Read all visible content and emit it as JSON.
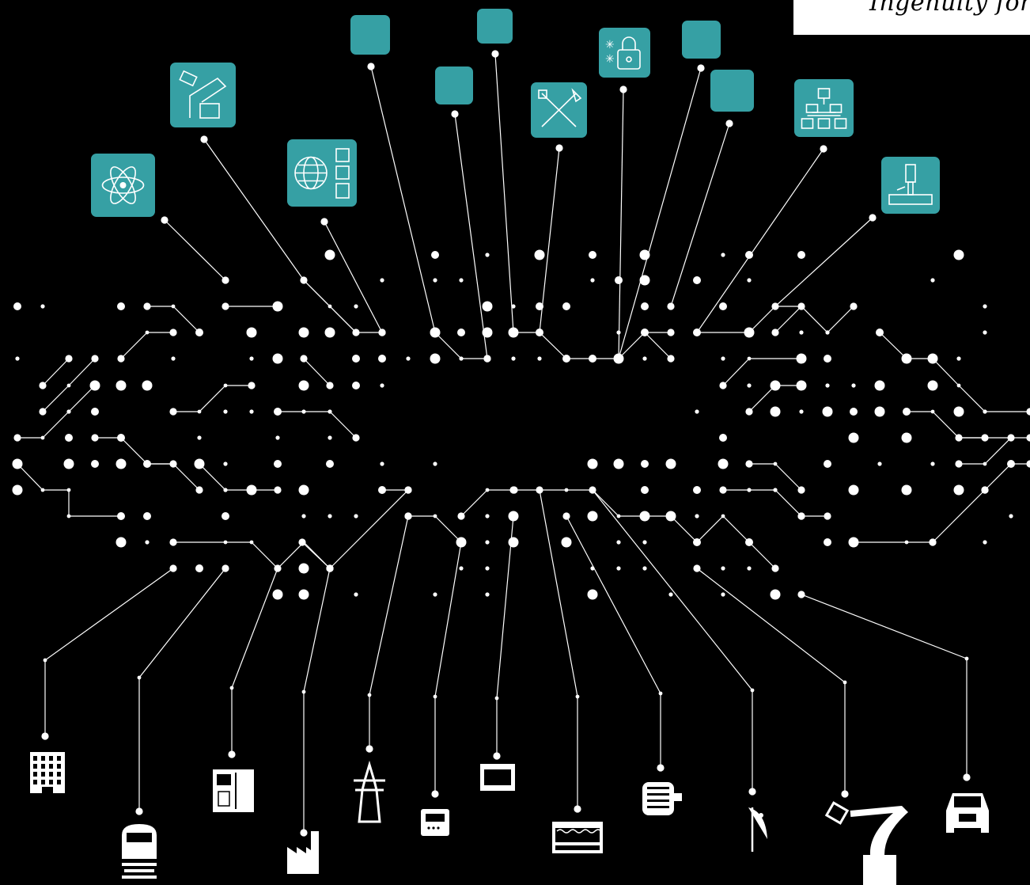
{
  "slogan": "Ingenuity for l",
  "colors": {
    "background": "#000000",
    "accent_tile": "#36a0a4",
    "line": "#ffffff",
    "dot": "#ffffff"
  },
  "top_icons": [
    "atom-icon",
    "robot-arm-icon",
    "globe-factory-icon",
    "blank-tile",
    "blank-tile",
    "blank-tile",
    "tools-icon",
    "security-lock-icon",
    "blank-tile",
    "blank-tile",
    "network-hierarchy-icon",
    "milling-machine-icon"
  ],
  "bottom_icons": [
    "building-icon",
    "train-icon",
    "control-cabinet-icon",
    "factory-icon",
    "power-tower-icon",
    "meter-icon",
    "display-panel-icon",
    "industrial-oven-icon",
    "motor-icon",
    "satellite-dish-icon",
    "robot-arm-icon",
    "car-icon"
  ]
}
